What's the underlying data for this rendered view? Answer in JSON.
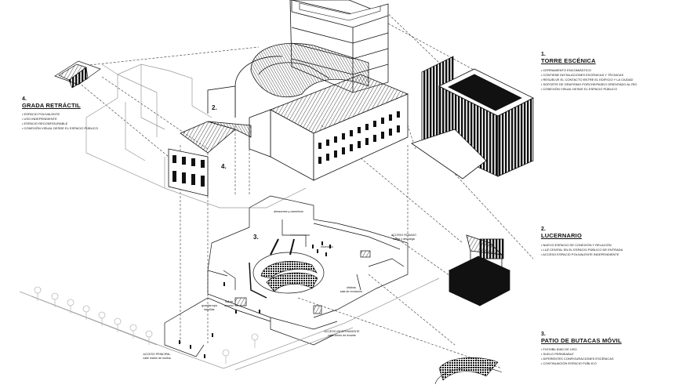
{
  "sections": [
    {
      "number": "1.",
      "title": "TORRE ESCÉNICA",
      "items": [
        "CERRAMIENTO ENCOMIÁSTICO",
        "CONTIENE INSTALACIONES ESCÉNICAS Y TÉCNICAS",
        "RESUELVE EL CONTACTO ENTRE EL EDIFICIO Y LA CIUDAD",
        "SOPORTE DE GRAFISMO PORCHE/PASEO ORIENTADO AL RÍO",
        "CONEXIÓN VISUAL DESDE EL ESPACIO PÚBLICO"
      ]
    },
    {
      "number": "2.",
      "title": "LUCERNARIO",
      "items": [
        "NUEVO ESPACIO DE CONEXIÓN Y RELACIÓN",
        "LUZ CENITAL EN EL ESPACIO PÚBLICO DE ENTRADA",
        "ACCESO ESPACIO POLIVALENTE INDEPENDIENTE"
      ]
    },
    {
      "number": "3.",
      "title": "PATIO DE BUTACAS MÓVIL",
      "items": [
        "FLEXIBILIDAD DE USO",
        "SUELO PERMEABLE",
        "DIFERENTES CONFIGURACIONES ESCÉNICAS",
        "CONTINUACIÓN ESPACIO PÚBLICO"
      ]
    },
    {
      "number": "4.",
      "title": "GRADA RETRÁCTIL",
      "items": [
        "ESPACIO POLIVALENTE",
        "USO INDEPENDIENTE",
        "ESPACIO RECONFIGURABLE",
        "CONEXIÓN VISUAL DESDE EL ESPACIO PÚBLICO"
      ]
    }
  ],
  "markers": {
    "m2": "2.",
    "m3": "3.",
    "m4": "4."
  },
  "plan_labels": {
    "almacenes": "almacenes y camerinos",
    "escenario": "escenario",
    "acceso_rodado": "ACCESO RODADO\ncarga y descarga",
    "guardarropa": "guardarropa\ntaquillas",
    "hall": "hall de\nacceso",
    "oficinas": "oficinas\nsala de reuniones",
    "acceso_principal": "ACCESO PRINCIPAL\ncalle martín de molina",
    "acceso_independiente": "ACCESO INDEPENDIENTE\ncalle viento de levante"
  }
}
